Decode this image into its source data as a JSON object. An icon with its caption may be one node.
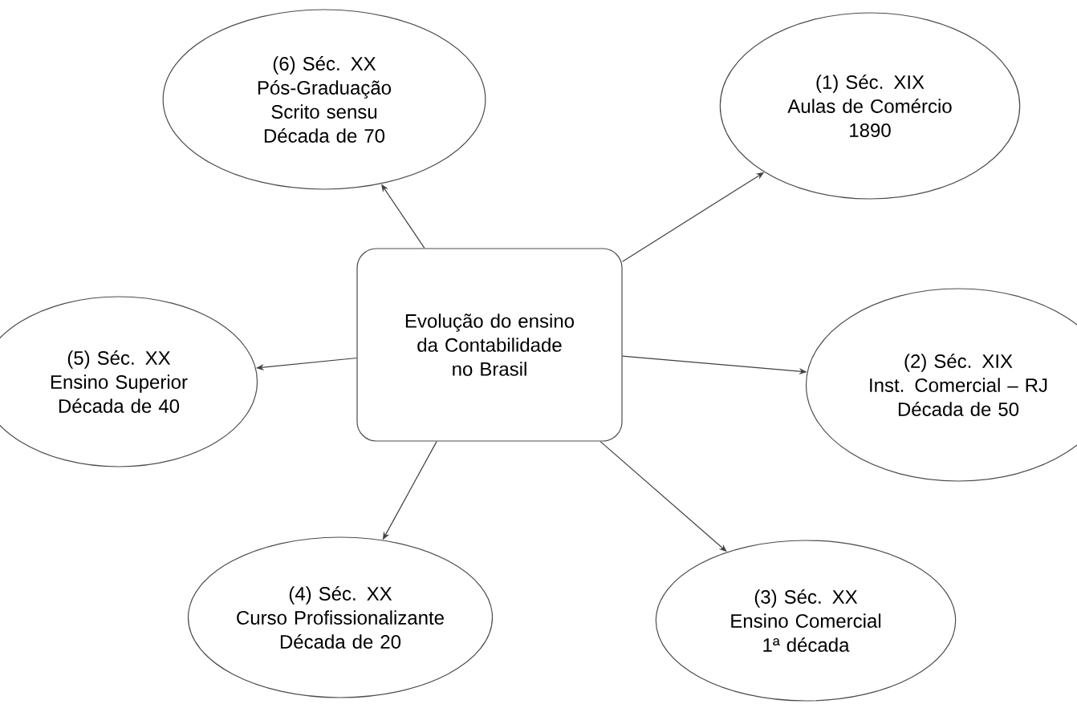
{
  "diagram": {
    "nodes": [
      {
        "text": [
          "Evolução do ensino da Contabilidade no Brasil"
        ]
      },
      {
        "text": [
          "(1) Séc. XIX",
          "Aulas de Comércio",
          "1890"
        ]
      },
      {
        "text": [
          "(2) Séc. XIX",
          "Inst. Comercial – RJ",
          "Década de 50"
        ]
      },
      {
        "text": [
          "(3) Séc. XX",
          "Ensino Comercial",
          "1ª década"
        ]
      },
      {
        "text": [
          "(4) Séc. XX",
          "Curso Profissionalizante",
          "Década de 20"
        ]
      },
      {
        "text": [
          "(5) Séc. XX",
          "Ensino Superior",
          "Década de 40"
        ]
      },
      {
        "text": [
          "(6) Séc. XX",
          "Pós-Graduação",
          "Scrito sensu",
          "Década de 70"
        ]
      }
    ],
    "edges": [
      {
        "from": 0,
        "to": 1,
        "arrow": "to"
      },
      {
        "from": 0,
        "to": 2,
        "arrow": "to"
      },
      {
        "from": 0,
        "to": 3,
        "arrow": "to"
      },
      {
        "from": 0,
        "to": 4,
        "arrow": "to"
      },
      {
        "from": 0,
        "to": 5,
        "arrow": "to"
      },
      {
        "from": 0,
        "to": 6,
        "arrow": "to"
      }
    ]
  }
}
